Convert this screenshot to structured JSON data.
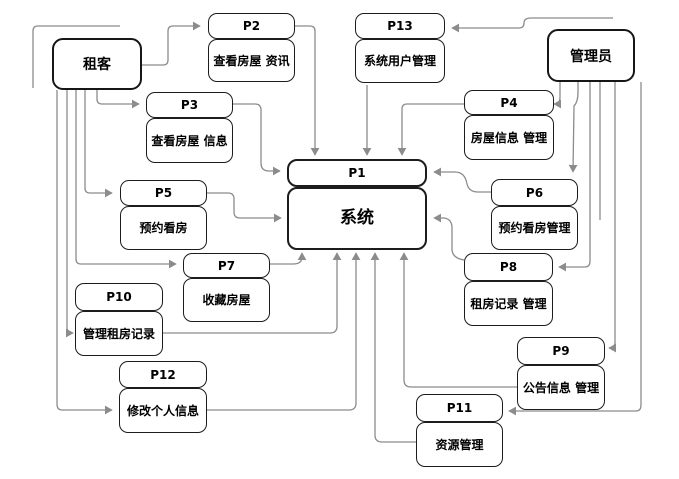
{
  "diagram": {
    "actors": [
      {
        "id": "tenant",
        "label": "租客"
      },
      {
        "id": "admin",
        "label": "管理员"
      }
    ],
    "system": {
      "id": "P1",
      "label": "系统"
    },
    "processes": [
      {
        "id": "P2",
        "label": "查看房屋 资讯"
      },
      {
        "id": "P3",
        "label": "查看房屋 信息"
      },
      {
        "id": "P4",
        "label": "房屋信息 管理"
      },
      {
        "id": "P5",
        "label": "预约看房"
      },
      {
        "id": "P6",
        "label": "预约看房管理"
      },
      {
        "id": "P7",
        "label": "收藏房屋"
      },
      {
        "id": "P8",
        "label": "租房记录 管理"
      },
      {
        "id": "P9",
        "label": "公告信息 管理"
      },
      {
        "id": "P10",
        "label": "管理租房记录"
      },
      {
        "id": "P11",
        "label": "资源管理"
      },
      {
        "id": "P12",
        "label": "修改个人信息"
      },
      {
        "id": "P13",
        "label": "系统用户管理"
      }
    ],
    "edges": [
      {
        "from": "租客",
        "to": "P2"
      },
      {
        "from": "租客",
        "to": "P3"
      },
      {
        "from": "租客",
        "to": "P5"
      },
      {
        "from": "租客",
        "to": "P7"
      },
      {
        "from": "租客",
        "to": "P10"
      },
      {
        "from": "租客",
        "to": "P12"
      },
      {
        "from": "管理员",
        "to": "P13"
      },
      {
        "from": "管理员",
        "to": "P4"
      },
      {
        "from": "管理员",
        "to": "P6"
      },
      {
        "from": "管理员",
        "to": "P8"
      },
      {
        "from": "管理员",
        "to": "P9"
      },
      {
        "from": "管理员",
        "to": "P11"
      },
      {
        "from": "P2",
        "to": "P1"
      },
      {
        "from": "P3",
        "to": "P1"
      },
      {
        "from": "P4",
        "to": "P1"
      },
      {
        "from": "P5",
        "to": "P1"
      },
      {
        "from": "P6",
        "to": "P1"
      },
      {
        "from": "P7",
        "to": "P1"
      },
      {
        "from": "P8",
        "to": "P1"
      },
      {
        "from": "P9",
        "to": "P1"
      },
      {
        "from": "P10",
        "to": "P1"
      },
      {
        "from": "P11",
        "to": "P1"
      },
      {
        "from": "P12",
        "to": "P1"
      },
      {
        "from": "P13",
        "to": "P1"
      }
    ],
    "colors": {
      "line": "#8c8c8c",
      "border": "#1c1c1c",
      "text": "#000000",
      "background": "#ffffff"
    }
  }
}
